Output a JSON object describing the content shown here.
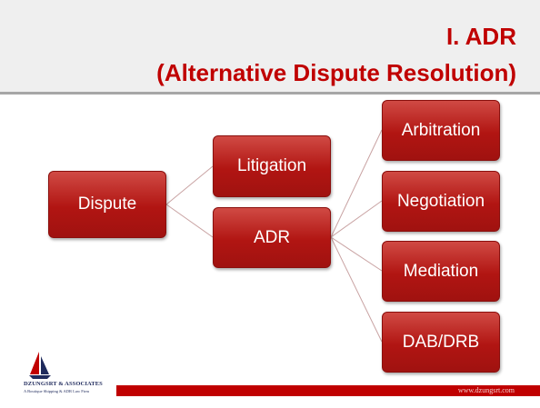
{
  "title": {
    "line1": "I. ADR",
    "line2": "(Alternative Dispute Resolution)"
  },
  "diagram": {
    "root": "Dispute",
    "level1": [
      "Litigation",
      "ADR"
    ],
    "adr_children": [
      "Arbitration",
      "Negotiation",
      "Mediation",
      "DAB/DRB"
    ]
  },
  "footer": {
    "logo_name": "DZUNGSRT & ASSOCIATES",
    "logo_tagline": "A Boutique Shipping & ADR Law Firm",
    "url": "www.dzungsrt.com"
  },
  "colors": {
    "accent": "#c00000",
    "node_fill": "#b11512",
    "connector": "#c9a3a3",
    "header_band": "#efefef",
    "logo_blue": "#1f2a5c"
  },
  "icons": {
    "logo": "sailboat-icon"
  }
}
